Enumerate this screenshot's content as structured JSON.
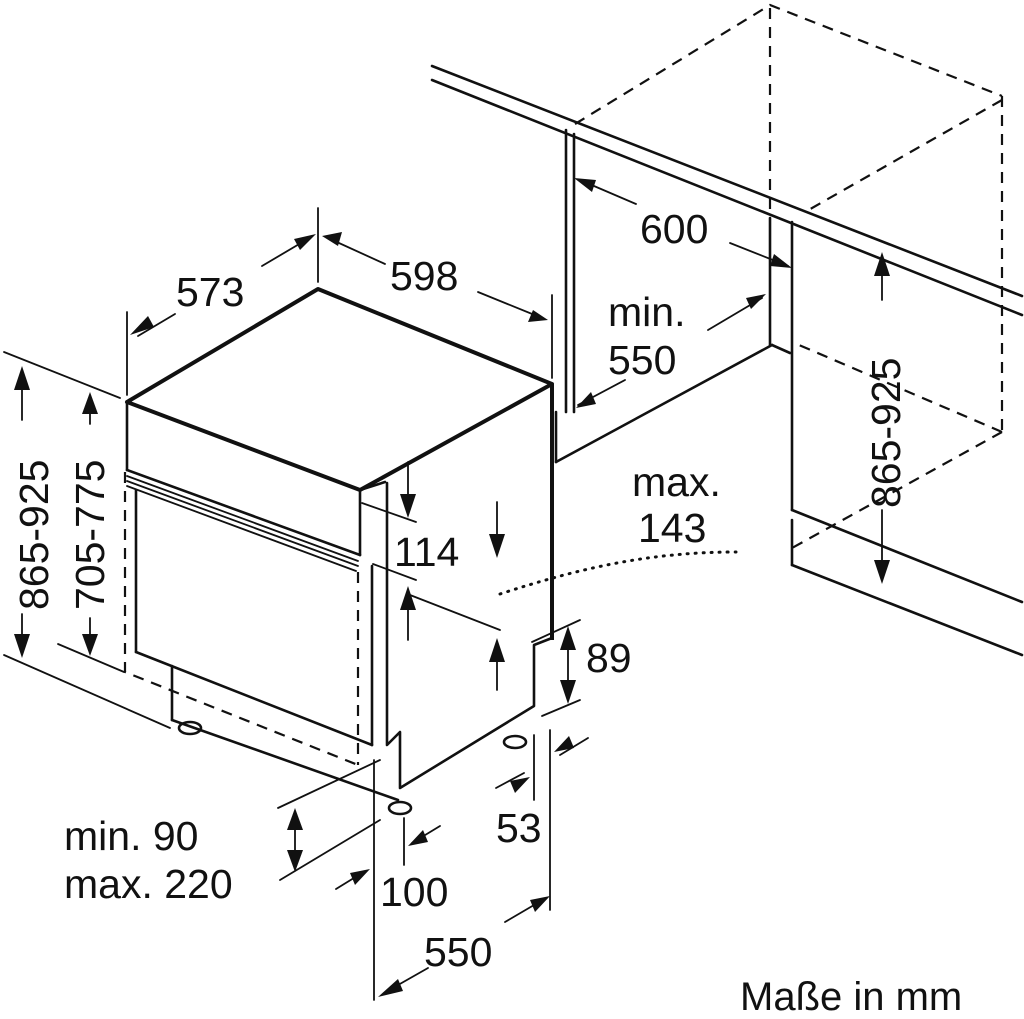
{
  "labels": {
    "w573": "573",
    "w598": "598",
    "h865_925_left": "865-925",
    "h705_775": "705-775",
    "d114": "114",
    "d89": "89",
    "d53": "53",
    "d100": "100",
    "d550_bottom": "550",
    "plinth_min": "min. 90",
    "plinth_max": "max. 220",
    "niche_600": "600",
    "niche_min": "min.",
    "niche_550": "550",
    "h865_925_right": "865-925",
    "max": "max.",
    "max_143": "143"
  },
  "caption": "Maße in mm"
}
